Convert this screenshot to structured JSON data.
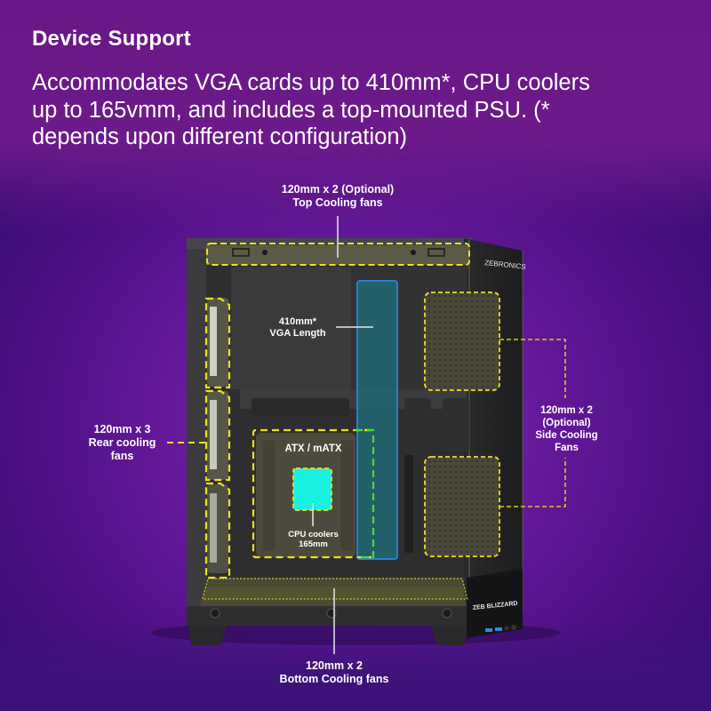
{
  "section": {
    "heading": "Device Support",
    "description": "Accommodates VGA cards up to 410mm*, CPU coolers up to 165vmm, and includes a top-mounted PSU. (* depends upon different configuration)"
  },
  "annotations": {
    "top_fans": {
      "line1": "120mm x 2 (Optional)",
      "line2": "Top Cooling fans"
    },
    "vga_length": {
      "line1": "410mm*",
      "line2": "VGA Length"
    },
    "rear_fans": {
      "line1": "120mm x 3",
      "line2": "Rear cooling",
      "line3": "fans"
    },
    "motherboard": {
      "label": "ATX / mATX"
    },
    "cpu_cooler": {
      "line1": "CPU coolers",
      "line2": "165mm"
    },
    "side_fans": {
      "line1": "120mm x 2",
      "line2": "(Optional)",
      "line3": "Side Cooling",
      "line4": "Fans"
    },
    "bottom_fans": {
      "line1": "120mm x 2",
      "line2": "Bottom Cooling fans"
    }
  },
  "branding": {
    "top_logo": "ZEBRONICS",
    "front_logo": "ZEB BLIZZARD"
  },
  "colors": {
    "background": "#6a1787",
    "highlight_yellow": "#f2e11a",
    "highlight_green": "#4fdc2a",
    "vga_blue": "#2a7fd0",
    "cpu_cyan": "#19f0e0"
  }
}
